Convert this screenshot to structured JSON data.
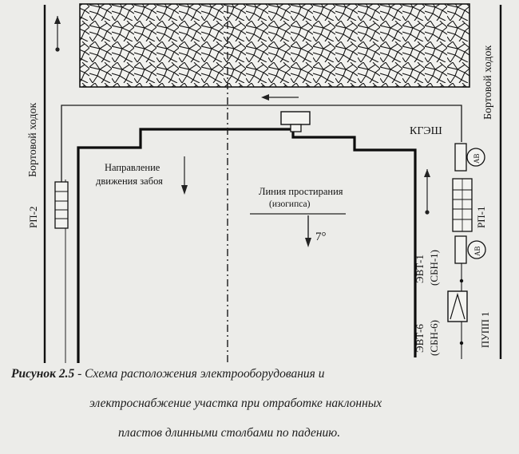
{
  "diagram": {
    "labels": {
      "side_passage_left": "Бортовой ходок",
      "side_passage_right": "Бортовой ходок",
      "rp2": "РП-2",
      "rp1": "РП-1",
      "kgesh": "КГЭШ",
      "face_direction": [
        "Направление",
        "движения забоя"
      ],
      "strike_line": [
        "Линия простирания",
        "(изогипса)"
      ],
      "dip_angle": "7°",
      "av_top": "АВ",
      "av_bottom": "АВ",
      "evt1": [
        "ЭВТ-1",
        "(СБН-1)"
      ],
      "evt6": [
        "ЭВТ-6",
        "(СБН-6)"
      ],
      "push1": "ПУПП 1"
    }
  },
  "caption": {
    "prefix": "Рисунок 2.5",
    "lines": [
      " - Схема расположения электрооборудования и",
      "электроснабжение участка при отработке наклонных",
      "пластов длинными столбами по падению."
    ]
  }
}
